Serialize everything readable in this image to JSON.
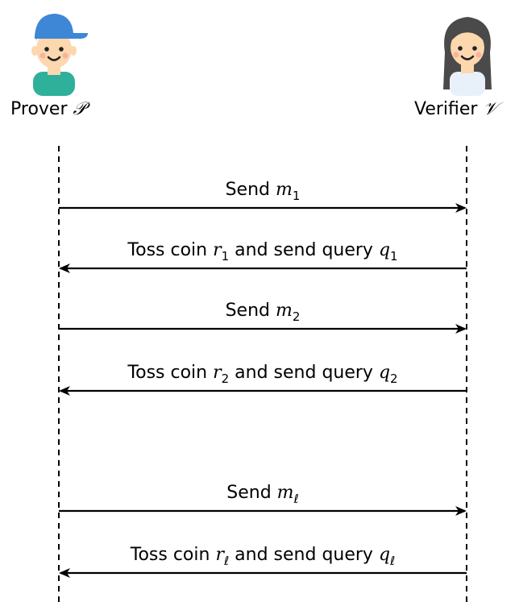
{
  "prover": {
    "label": "Prover",
    "symbol": "𝒫",
    "avatar_icon": "boy-cap-avatar-icon"
  },
  "verifier": {
    "label": "Verifier",
    "symbol": "𝒱",
    "avatar_icon": "girl-avatar-icon"
  },
  "messages": [
    {
      "direction": "prover-to-verifier",
      "pre": "Send ",
      "vars": [
        {
          "base": "m",
          "sub": "1"
        }
      ]
    },
    {
      "direction": "verifier-to-prover",
      "pre": "Toss coin ",
      "vars": [
        {
          "base": "r",
          "sub": "1"
        },
        {
          "mid": " and send query "
        },
        {
          "base": "q",
          "sub": "1"
        }
      ]
    },
    {
      "direction": "prover-to-verifier",
      "pre": "Send ",
      "vars": [
        {
          "base": "m",
          "sub": "2"
        }
      ]
    },
    {
      "direction": "verifier-to-prover",
      "pre": "Toss coin ",
      "vars": [
        {
          "base": "r",
          "sub": "2"
        },
        {
          "mid": " and send query "
        },
        {
          "base": "q",
          "sub": "2"
        }
      ]
    },
    {
      "direction": "prover-to-verifier",
      "pre": "Send ",
      "vars": [
        {
          "base": "m",
          "sub": "ℓ"
        }
      ]
    },
    {
      "direction": "verifier-to-prover",
      "pre": "Toss coin ",
      "vars": [
        {
          "base": "r",
          "sub": "ℓ"
        },
        {
          "mid": " and send query "
        },
        {
          "base": "q",
          "sub": "ℓ"
        }
      ]
    }
  ],
  "colors": {
    "skin": "#FDD7AD",
    "cap": "#3E86D6",
    "shirt_boy": "#2FB09A",
    "hair_boy": "#5A3A22",
    "hair_girl": "#4A4A4A",
    "shirt_girl": "#E8F1FA",
    "line": "#000000"
  }
}
